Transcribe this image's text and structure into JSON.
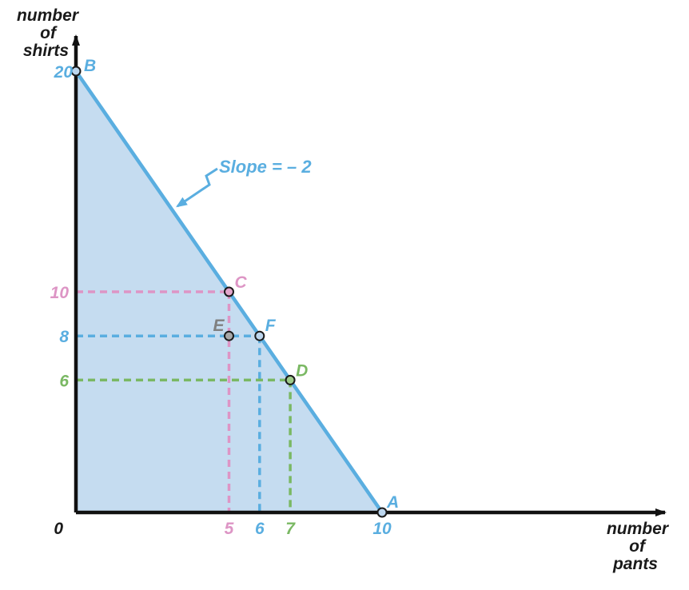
{
  "chart_data": {
    "type": "line",
    "title": "",
    "xlabel": [
      "number",
      "of",
      "pants"
    ],
    "ylabel": [
      "number",
      "of",
      "shirts"
    ],
    "origin_label": "0",
    "xlim": [
      0,
      19.5
    ],
    "ylim": [
      0,
      21.5
    ],
    "grid": false,
    "budget_line": {
      "x": [
        0,
        10
      ],
      "y": [
        20,
        0
      ],
      "annotation": "Slope = – 2",
      "color": "#5aaee0",
      "fill_color": "#c5dcf0"
    },
    "points": [
      {
        "label": "B",
        "x": 0,
        "y": 20,
        "color": "#5aaee0",
        "marker_fill": "#bcd6ee",
        "tick_label": "20",
        "tick_axis": "y"
      },
      {
        "label": "A",
        "x": 10,
        "y": 0,
        "color": "#5aaee0",
        "marker_fill": "#bcd6ee",
        "tick_label": "10",
        "tick_axis": "x"
      },
      {
        "label": "C",
        "x": 5,
        "y": 10,
        "color": "#dd95c5",
        "marker_fill": "#e3a6cc",
        "guide": true
      },
      {
        "label": "F",
        "x": 6,
        "y": 8,
        "color": "#5aaee0",
        "marker_fill": "#bcd6ee",
        "guide": true
      },
      {
        "label": "D",
        "x": 7,
        "y": 6,
        "color": "#7ab863",
        "marker_fill": "#9fcb8a",
        "guide": true
      },
      {
        "label": "E",
        "x": 5,
        "y": 8,
        "color": "#808080",
        "marker_fill": "#a9a9a9",
        "guide": false
      }
    ],
    "colors": {
      "axis": "#111111",
      "c_series": "#dd95c5",
      "f_series": "#5aaee0",
      "d_series": "#7ab863",
      "e_point": "#808080"
    }
  }
}
